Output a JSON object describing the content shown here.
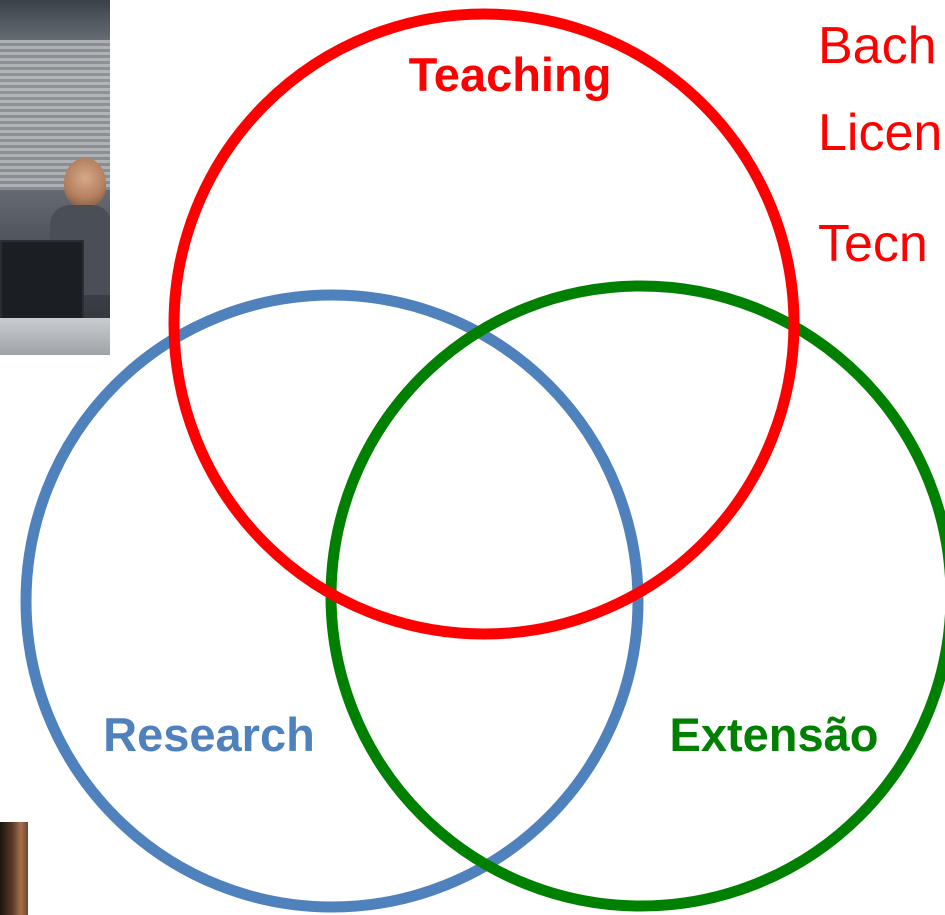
{
  "diagram": {
    "circles": [
      {
        "id": "teaching",
        "label": "Teaching",
        "color": "#ff0000"
      },
      {
        "id": "research",
        "label": "Research",
        "color": "#4f81bd"
      },
      {
        "id": "extension",
        "label": "Extensão",
        "color": "#008000"
      }
    ]
  },
  "side_list": {
    "items": [
      "Bach",
      "Licen",
      "Tecn"
    ],
    "color": "#ff0000"
  },
  "images": [
    {
      "name": "classroom-photo"
    },
    {
      "name": "person-photo"
    }
  ]
}
